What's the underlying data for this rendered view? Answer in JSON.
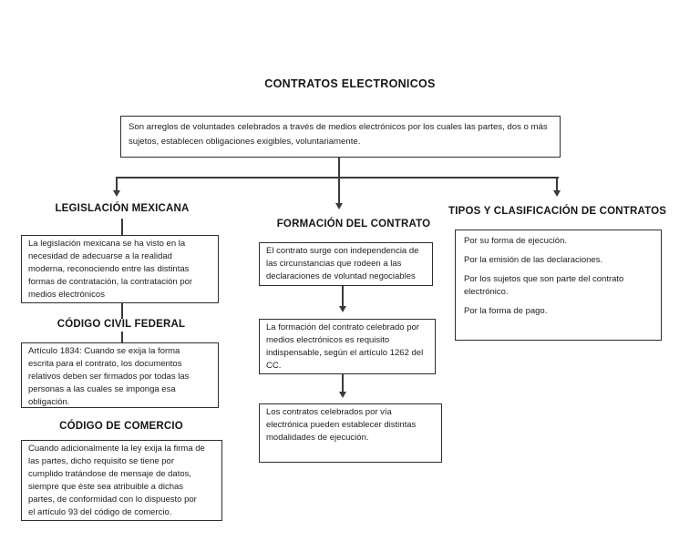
{
  "diagram": {
    "title": "CONTRATOS ELECTRONICOS",
    "definition": "Son arreglos de voluntades celebrados a través de medios electrónicos por los cuales las partes, dos o más\nsujetos, establecen obligaciones exigibles, voluntariamente.",
    "left": {
      "heading1": "LEGISLACIÓN MEXICANA",
      "box1": "La legislación mexicana se ha visto en la\nnecesidad de adecuarse a la realidad\nmoderna, reconociendo entre las distintas\nformas de contratación, la contratación por\nmedios electrónicos",
      "heading2": "CÓDIGO CIVIL FEDERAL",
      "box2": "Artículo 1834: Cuando se exija la forma\nescrita para el contrato, los documentos\nrelativos deben ser firmados por todas las\npersonas a las cuales se imponga esa\nobligación.",
      "heading3": "CÓDIGO DE COMERCIO",
      "box3": "Cuando adicionalmente la ley exija la firma de\nlas partes, dicho requisito se tiene por\ncumplido tratándose de mensaje de datos,\nsiempre que éste sea atribuible a dichas\npartes, de conformidad con lo dispuesto por\nel artículo 93 del código de comercio."
    },
    "middle": {
      "heading": "FORMACIÓN DEL CONTRATO",
      "box1": "El contrato surge con independencia de\nlas circunstancias que rodeen a las\ndeclaraciones de voluntad negociables",
      "box2": "La formación del contrato celebrado por\nmedios electrónicos es requisito\nindispensable, según el artículo 1262 del\nCC.",
      "box3": "Los contratos celebrados por vía\nelectrónica pueden establecer distintas\nmodalidades de ejecución."
    },
    "right": {
      "heading": "TIPOS Y CLASIFICACIÓN DE CONTRATOS",
      "items": [
        "Por su forma de ejecución.",
        "Por la emisión de las declaraciones.",
        "Por los sujetos que son parte del contrato\nelectrónico.",
        "Por la forma de pago."
      ]
    },
    "colors": {
      "background": "#ffffff",
      "text": "#1d1d1d",
      "border": "#2e2e2e",
      "line": "#3a3a3a"
    }
  }
}
